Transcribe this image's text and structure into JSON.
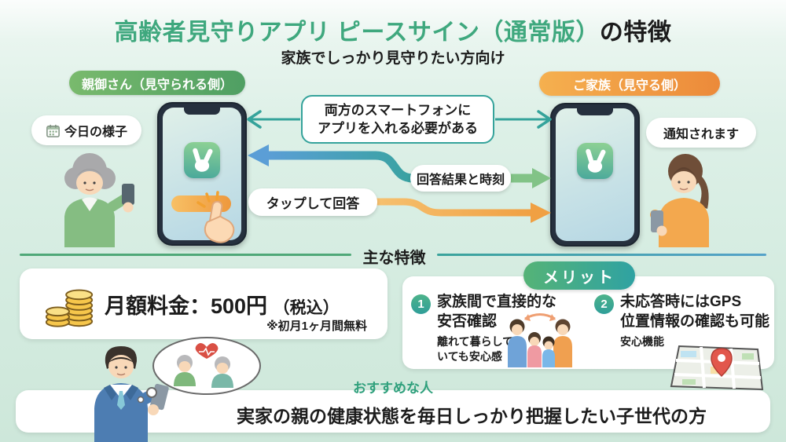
{
  "header": {
    "title_highlight": "高齢者見守りアプリ ピースサイン（通常版）",
    "title_rest": "の特徴",
    "subtitle": "家族でしっかり見守りたい方向け"
  },
  "parent_side": {
    "badge": "親御さん（見守られる側）",
    "bubble": "今日の様子"
  },
  "family_side": {
    "badge": "ご家族（見守る側）",
    "bubble": "通知されます"
  },
  "flows": {
    "install_line1": "両方のスマートフォンに",
    "install_line2": "アプリを入れる必要がある",
    "result": "回答結果と時刻",
    "tap": "タップして回答"
  },
  "divider_label": "主な特徴",
  "price": {
    "main": "月額料金：500円",
    "tax": "（税込）",
    "note": "※初月1ヶ月間無料"
  },
  "merit": {
    "heading": "メリット",
    "items": [
      {
        "num": "1",
        "line1": "家族間で直接的な",
        "line2": "安否確認",
        "sub_line1": "離れて暮らして",
        "sub_line2": "いても安心感"
      },
      {
        "num": "2",
        "line1": "未応答時にはGPS",
        "line2": "位置情報の確認も可能",
        "sub_line1": "安心機能",
        "sub_line2": ""
      }
    ]
  },
  "recommend": {
    "label": "おすすめな人",
    "text": "実家の親の健康状態を毎日しっかり把握したい子世代の方"
  },
  "icons": {
    "app": "peace-sign-icon",
    "calendar": "calendar-icon",
    "coins": "coins-icon",
    "map_pin": "map-pin-icon",
    "tap": "tap-finger-icon"
  },
  "colors": {
    "title_green": "#3fa87e",
    "parent_green": "#5aa863",
    "family_orange": "#f09a3e",
    "teal": "#35a39b",
    "blue": "#5b9ed6",
    "leaf_green": "#82c387",
    "orange": "#f0a043"
  }
}
